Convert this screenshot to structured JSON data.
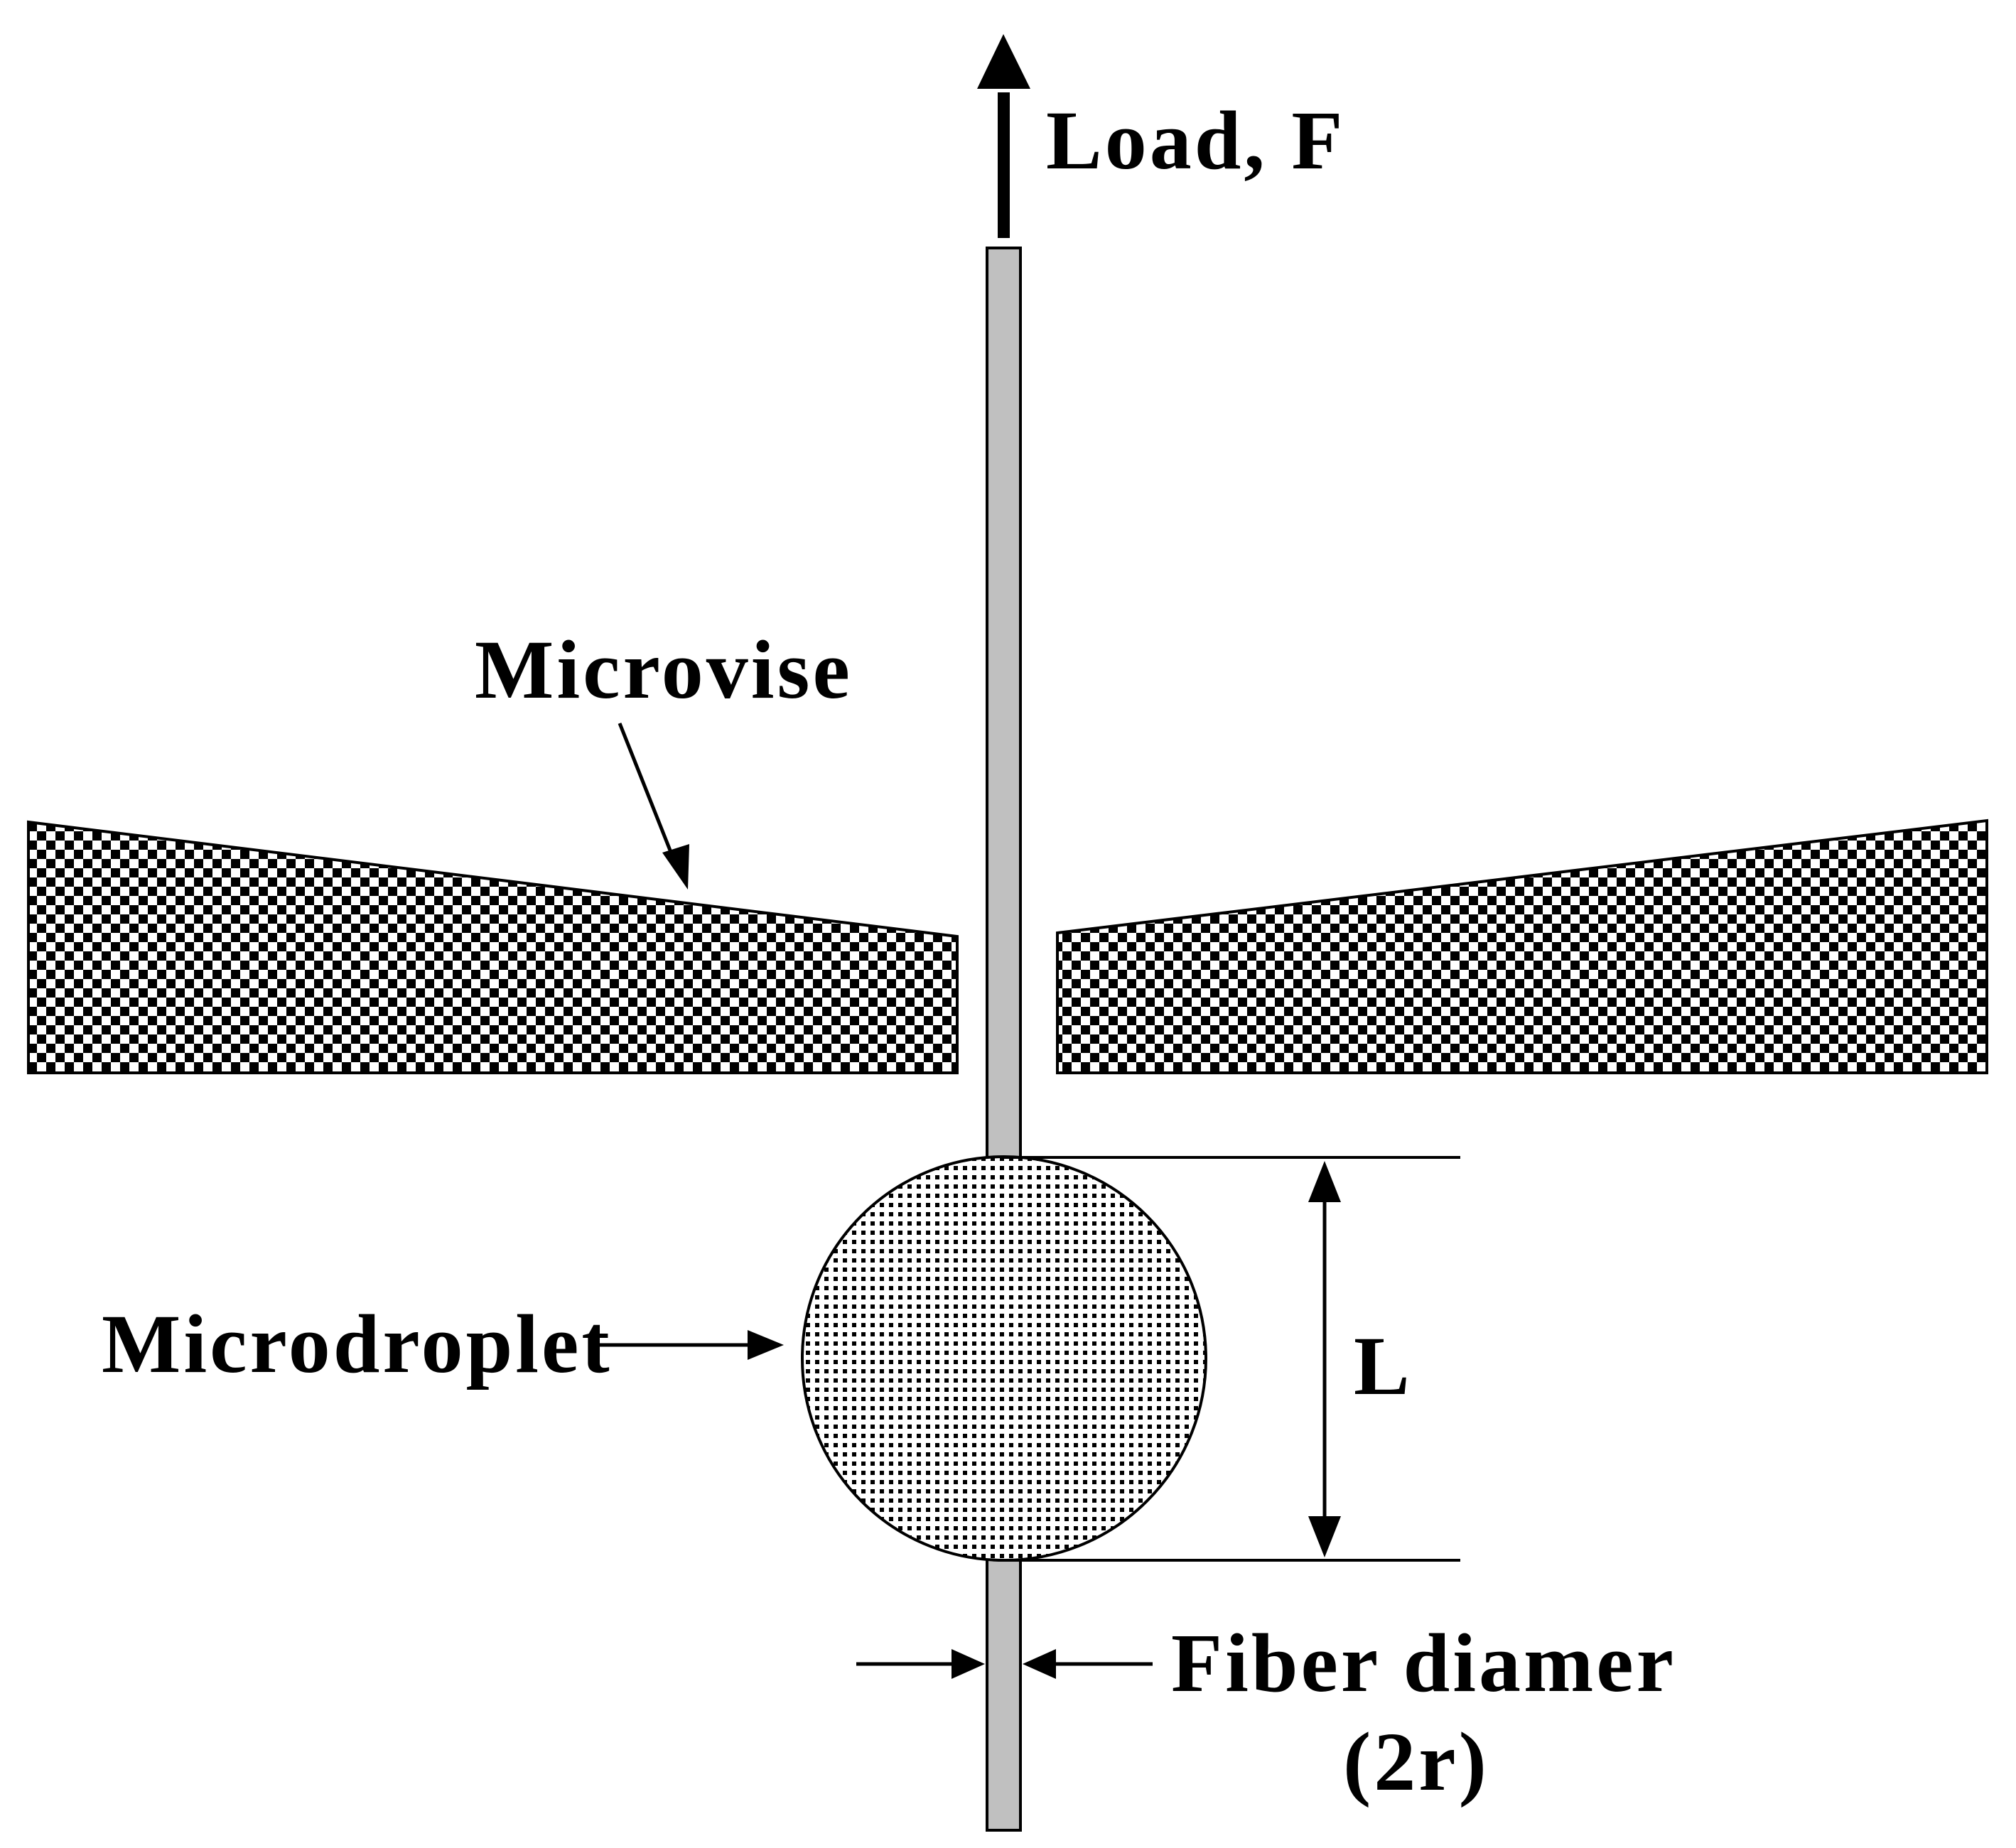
{
  "labels": {
    "load": "Load, F",
    "microvise": "Microvise",
    "microdroplet": "Microdroplet",
    "length": "L",
    "fiber_line1": "Fiber diamer",
    "fiber_line2": "(2r)"
  },
  "colors": {
    "fiber_fill": "#c0c0c0",
    "ink": "#000000",
    "background": "#ffffff"
  }
}
